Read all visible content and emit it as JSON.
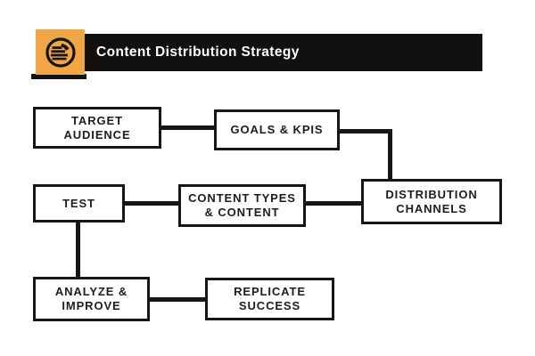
{
  "header": {
    "title": "Content Distribution Strategy",
    "logo_icon": "layered-circle-logo-icon",
    "colors": {
      "logo_background": "#F0A644",
      "bar_background": "#121110",
      "title_text": "#FFFFFF"
    }
  },
  "diagram": {
    "node_border_color": "#161616",
    "node_background": "#FFFFFF",
    "node_text_color": "#1D1D1D",
    "connector_color": "#161616",
    "nodes": [
      {
        "id": "target-audience",
        "lines": [
          "TARGET",
          "AUDIENCE"
        ]
      },
      {
        "id": "goals-kpis",
        "lines": [
          "GOALS & KPIS"
        ]
      },
      {
        "id": "distribution-channels",
        "lines": [
          "DISTRIBUTION",
          "CHANNELS"
        ]
      },
      {
        "id": "content-types-content",
        "lines": [
          "CONTENT TYPES",
          "& CONTENT"
        ]
      },
      {
        "id": "test",
        "lines": [
          "TEST"
        ]
      },
      {
        "id": "analyze-improve",
        "lines": [
          "ANALYZE &",
          "IMPROVE"
        ]
      },
      {
        "id": "replicate-success",
        "lines": [
          "REPLICATE",
          "SUCCESS"
        ]
      }
    ],
    "connections": [
      {
        "from": "target-audience",
        "to": "goals-kpis"
      },
      {
        "from": "goals-kpis",
        "to": "distribution-channels"
      },
      {
        "from": "distribution-channels",
        "to": "content-types-content"
      },
      {
        "from": "content-types-content",
        "to": "test"
      },
      {
        "from": "test",
        "to": "analyze-improve"
      },
      {
        "from": "analyze-improve",
        "to": "replicate-success"
      }
    ]
  }
}
